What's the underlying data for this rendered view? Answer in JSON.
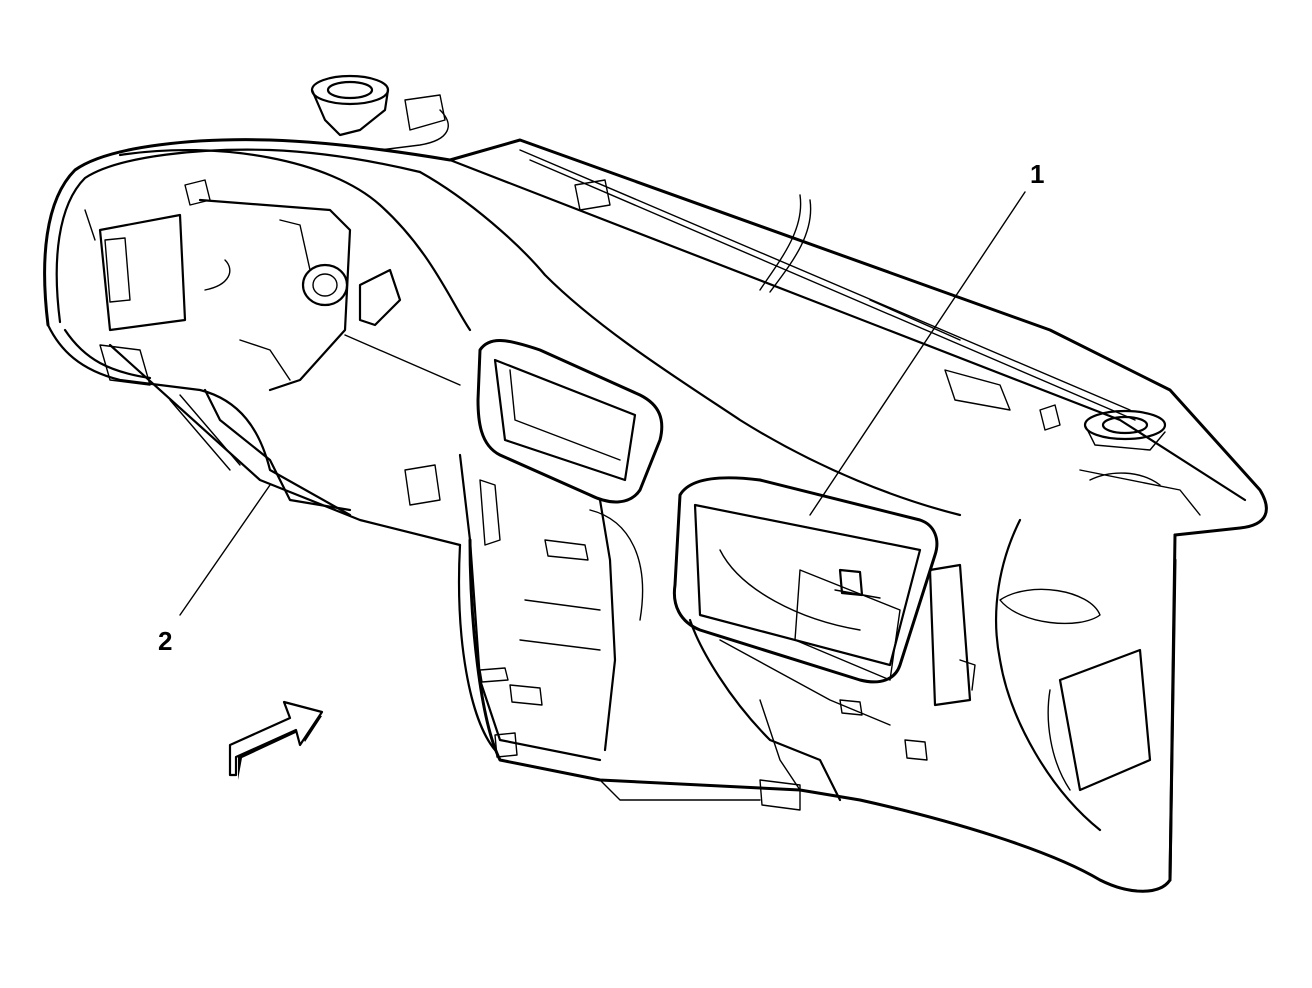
{
  "callouts": [
    {
      "id": "1",
      "label": "1"
    },
    {
      "id": "2",
      "label": "2"
    }
  ],
  "colors": {
    "ink": "#000000",
    "background": "#ffffff",
    "arrow_shadow": "#000000"
  },
  "icons": {
    "view_direction": "arrow-icon"
  }
}
